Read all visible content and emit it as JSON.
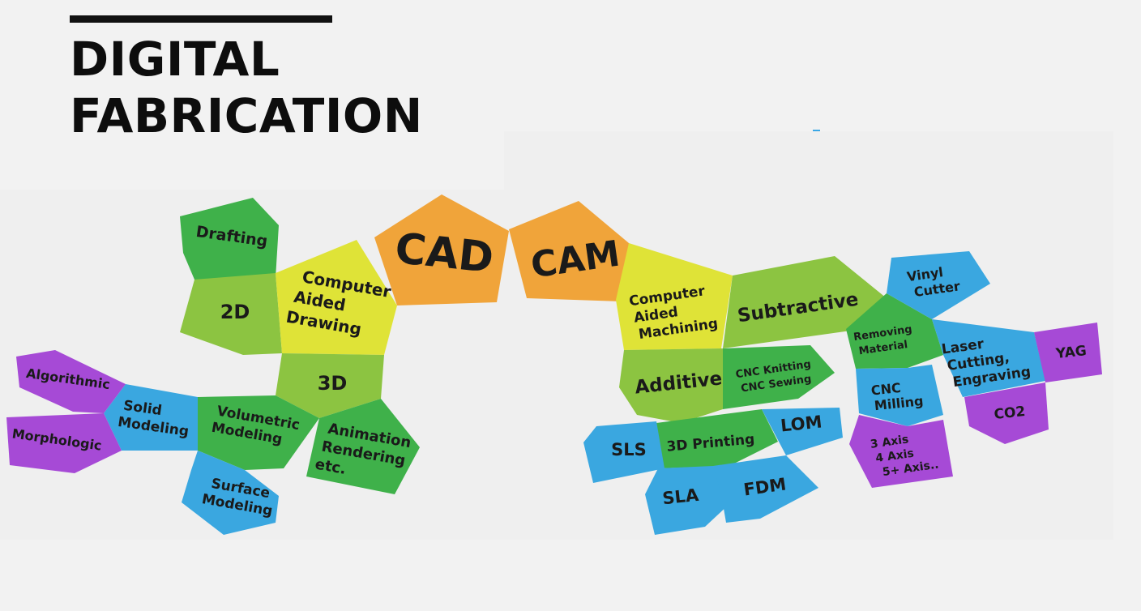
{
  "title": {
    "line1": "DIGITAL",
    "line2": "FABRICATION"
  },
  "colors": {
    "orange": "#f0a43a",
    "yellow": "#dfe337",
    "lightgreen": "#8cc441",
    "green": "#3fb14a",
    "blue": "#3aa7e0",
    "purple": "#a64ad6"
  },
  "nodes": {
    "cad": "CAD",
    "cam": "CAM",
    "drafting": "Drafting",
    "two_d": "2D",
    "computer_aided_drawing": [
      "Computer",
      "Aided",
      "Drawing"
    ],
    "three_d": "3D",
    "animation": [
      "Animation",
      "Rendering",
      "etc."
    ],
    "volumetric_modeling": [
      "Volumetric",
      "Modeling"
    ],
    "solid_modeling": [
      "Solid",
      "Modeling"
    ],
    "algorithmic": "Algorithmic",
    "morphologic": "Morphologic",
    "surface_modeling": [
      "Surface",
      "Modeling"
    ],
    "computer_aided_machining": [
      "Computer",
      "Aided",
      "Machining"
    ],
    "subtractive": "Subtractive",
    "additive": "Additive",
    "cnc_knitting": [
      "CNC Knitting",
      "CNC Sewing"
    ],
    "three_d_printing": "3D Printing",
    "sls": "SLS",
    "sla": "SLA",
    "fdm": "FDM",
    "lom": "LOM",
    "removing_material": [
      "Removing",
      "Material"
    ],
    "vinyl_cutter": [
      "Vinyl",
      "Cutter"
    ],
    "laser_cutting": [
      "Laser",
      "Cutting,",
      "Engraving"
    ],
    "yag": "YAG",
    "co2": "CO2",
    "cnc_milling": [
      "CNC",
      "Milling"
    ],
    "axis": [
      "3 Axis",
      "4 Axis",
      "5+ Axis.."
    ]
  }
}
